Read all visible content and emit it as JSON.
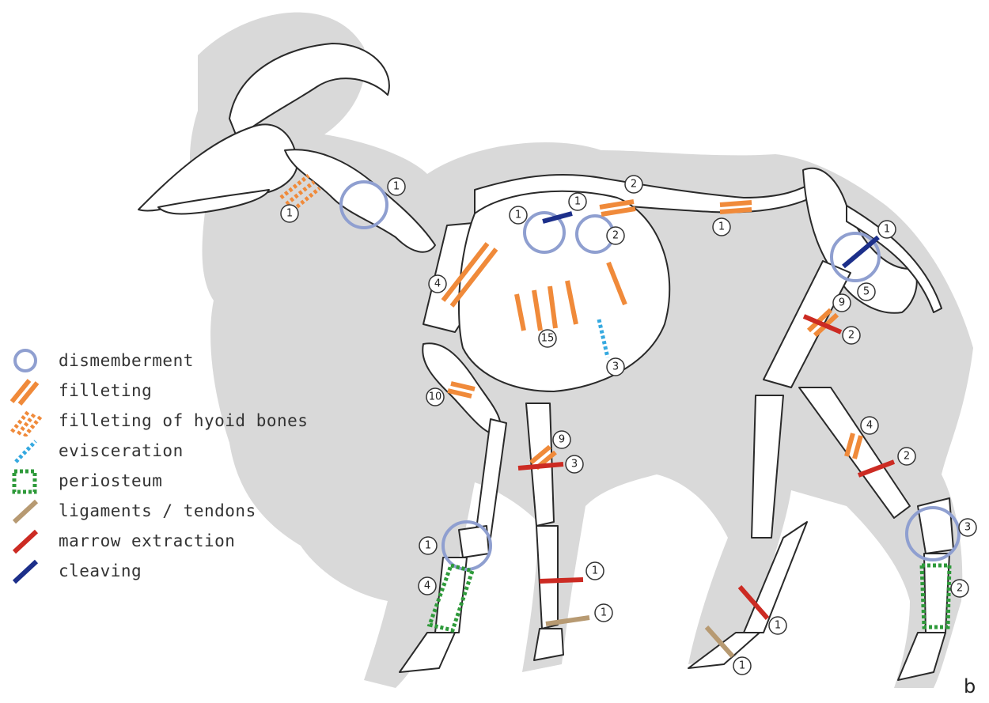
{
  "colors": {
    "dismemberment": "#8f9fd0",
    "filleting": "#f08a3a",
    "hyoid": "#f08a3a",
    "evisceration": "#35a9e0",
    "periosteum": "#2e9a3a",
    "ligaments": "#b79a72",
    "marrow": "#cc2b23",
    "cleaving": "#1c2f8a",
    "silhouette": "#d9d9d9",
    "bone_outline": "#2a2a2a"
  },
  "legend": [
    {
      "key": "dismemberment",
      "label": "dismemberment",
      "icon": "circle-icon"
    },
    {
      "key": "filleting",
      "label": "filleting",
      "icon": "double-stroke-icon"
    },
    {
      "key": "hyoid",
      "label": "filleting of hyoid bones",
      "icon": "dashed-double-stroke-icon"
    },
    {
      "key": "evisceration",
      "label": "evisceration",
      "icon": "dashed-stroke-icon"
    },
    {
      "key": "periosteum",
      "label": "periosteum",
      "icon": "dashed-rectangle-icon"
    },
    {
      "key": "ligaments",
      "label": "ligaments / tendons",
      "icon": "stroke-icon"
    },
    {
      "key": "marrow",
      "label": "marrow extraction",
      "icon": "stroke-icon"
    },
    {
      "key": "cleaving",
      "label": "cleaving",
      "icon": "stroke-icon"
    }
  ],
  "panel_label": "b",
  "counts": {
    "hyoid": "1",
    "neck_dismemberment": "1",
    "thoracic_dismemberment": "1",
    "thoracic_cleaving": "1",
    "thoracic_dismemberment_2": "2",
    "thoracic_filleting": "2",
    "lumbar_filleting": "1",
    "pelvis_cleaving": "1",
    "pelvis_5": "5",
    "femur_filleting": "9",
    "femur_marrow": "2",
    "scapula_filleting": "4",
    "ribs_filleting": "15",
    "evisceration": "3",
    "humerus_filleting": "10",
    "radius_filleting": "9",
    "radius_marrow": "3",
    "carpal_dismemberment": "1",
    "metacarpal_periosteum": "4",
    "metacarpal_marrow": "1",
    "front_phalanx_ligament": "1",
    "tibia_filleting": "4",
    "tibia_marrow": "2",
    "tarsal_dismemberment": "3",
    "metatarsal_periosteum": "2",
    "left_metatarsal_marrow": "1",
    "left_hind_ligament": "1"
  }
}
